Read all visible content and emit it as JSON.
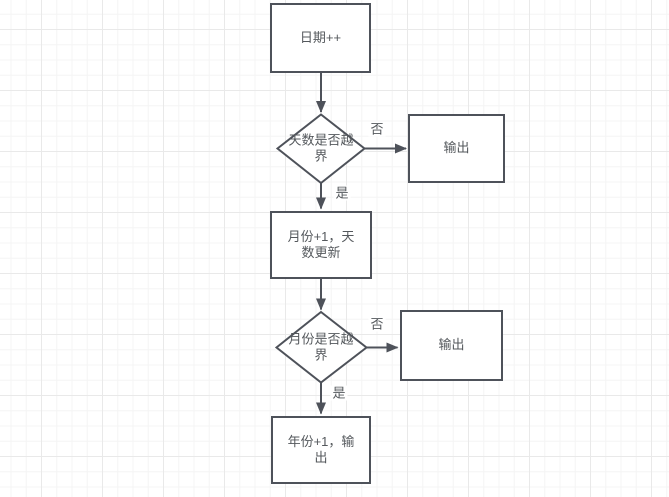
{
  "diagram": {
    "nodes": {
      "start": {
        "label": "日期++",
        "type": "process"
      },
      "day_check": {
        "label": "天数是否越界",
        "type": "decision"
      },
      "day_output": {
        "label": "输出",
        "type": "process"
      },
      "month_update": {
        "label": "月份+1，天数更新",
        "type": "process"
      },
      "month_check": {
        "label": "月份是否越界",
        "type": "decision"
      },
      "month_output": {
        "label": "输出",
        "type": "process"
      },
      "year_update": {
        "label": "年份+1，输出",
        "type": "process"
      }
    },
    "edge_labels": {
      "day_no": "否",
      "day_yes": "是",
      "month_no": "否",
      "month_yes": "是"
    },
    "colors": {
      "stroke": "#4e525a",
      "text": "#54585c",
      "shape_fill": "#ffffff",
      "grid_minor": "#f4f4f4",
      "grid_major": "#e9e9e9",
      "background": "#ffffff"
    }
  }
}
